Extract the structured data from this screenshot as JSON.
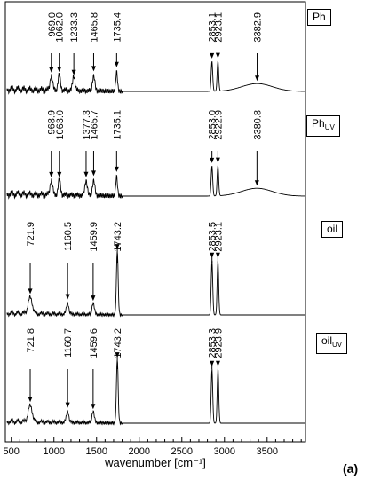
{
  "panel_tag": "(a)",
  "chart_data": {
    "type": "line",
    "title": "",
    "xlabel": "wavenumber [cm⁻¹]",
    "ylabel": "",
    "xlim": [
      430,
      3950
    ],
    "xticks": [
      500,
      1000,
      1500,
      2000,
      2500,
      3000,
      3500
    ],
    "grid": false,
    "series": [
      {
        "name": "Ph",
        "name_sub": "",
        "peaks": [
          {
            "label": "969.0",
            "x": 969.0
          },
          {
            "label": "1062.0",
            "x": 1062.0
          },
          {
            "label": "1233.3",
            "x": 1233.3
          },
          {
            "label": "1465.8",
            "x": 1465.8
          },
          {
            "label": "1735.4",
            "x": 1735.4
          },
          {
            "label": "2853.1",
            "x": 2853.1
          },
          {
            "label": "2923.1",
            "x": 2923.1
          },
          {
            "label": "3382.9",
            "x": 3382.9
          }
        ]
      },
      {
        "name": "Ph",
        "name_sub": "UV",
        "peaks": [
          {
            "label": "968.9",
            "x": 968.9
          },
          {
            "label": "1063.0",
            "x": 1063.0
          },
          {
            "label": "1377.3",
            "x": 1377.3
          },
          {
            "label": "1465.7",
            "x": 1465.7
          },
          {
            "label": "1735.1",
            "x": 1735.1
          },
          {
            "label": "2853.0",
            "x": 2853.0
          },
          {
            "label": "2922.9",
            "x": 2922.9
          },
          {
            "label": "3380.8",
            "x": 3380.8
          }
        ]
      },
      {
        "name": "oil",
        "name_sub": "",
        "peaks": [
          {
            "label": "721.9",
            "x": 721.9
          },
          {
            "label": "1160.5",
            "x": 1160.5
          },
          {
            "label": "1459.9",
            "x": 1459.9
          },
          {
            "label": "1743.2",
            "x": 1743.2
          },
          {
            "label": "2853.5",
            "x": 2853.5
          },
          {
            "label": "2923.1",
            "x": 2923.1
          }
        ]
      },
      {
        "name": "oil",
        "name_sub": "UV",
        "peaks": [
          {
            "label": "721.8",
            "x": 721.8
          },
          {
            "label": "1160.7",
            "x": 1160.7
          },
          {
            "label": "1459.6",
            "x": 1459.6
          },
          {
            "label": "1743.2",
            "x": 1743.2
          },
          {
            "label": "2853.3",
            "x": 2853.3
          },
          {
            "label": "2923.9",
            "x": 2923.9
          }
        ]
      }
    ]
  }
}
